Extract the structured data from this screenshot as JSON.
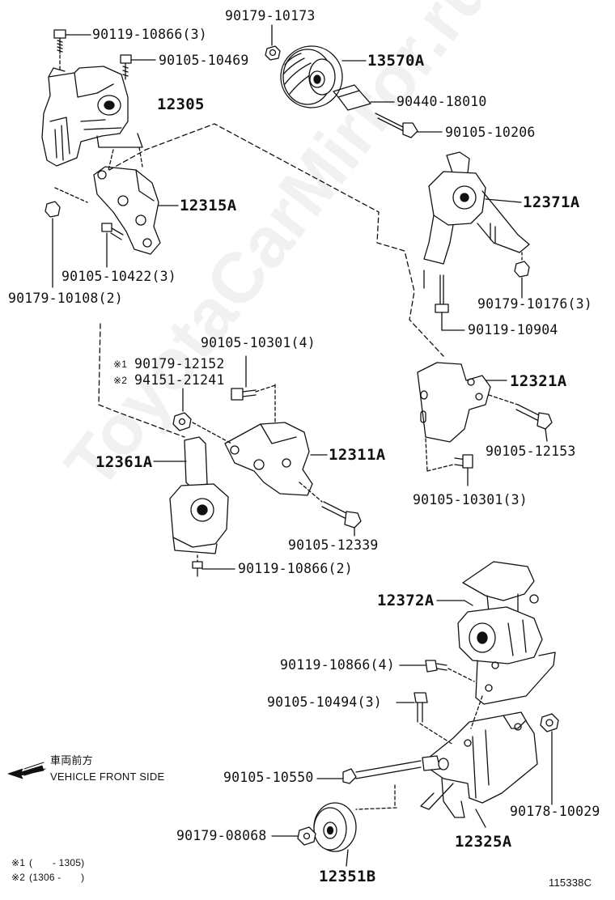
{
  "watermark": "ToyotaCarMirror.ru",
  "diagram_code": "115338C",
  "front_side": {
    "japanese": "車両前方",
    "english": "VEHICLE FRONT SIDE"
  },
  "footnotes": {
    "note1_mark": "※1",
    "note1_range": "(       - 1305)",
    "note2_mark": "※2",
    "note2_range": "(1306 -       )"
  },
  "parts": {
    "p_90119_10866_3": "90119-10866(3)",
    "p_90179_10173": "90179-10173",
    "p_90105_10469": "90105-10469",
    "p_13570A": "13570A",
    "p_12305": "12305",
    "p_90440_18010": "90440-18010",
    "p_90105_10206": "90105-10206",
    "p_12315A": "12315A",
    "p_12371A": "12371A",
    "p_90105_10422_3": "90105-10422(3)",
    "p_90179_10108_2": "90179-10108(2)",
    "p_90179_10176_3": "90179-10176(3)",
    "p_90119_10904": "90119-10904",
    "p_90105_10301_4": "90105-10301(4)",
    "p_note1_part": "90179-12152",
    "p_note2_part": "94151-21241",
    "p_12321A": "12321A",
    "p_12361A": "12361A",
    "p_12311A": "12311A",
    "p_90105_12153": "90105-12153",
    "p_90105_10301_3": "90105-10301(3)",
    "p_90105_12339": "90105-12339",
    "p_90119_10866_2": "90119-10866(2)",
    "p_12372A": "12372A",
    "p_90119_10866_4": "90119-10866(4)",
    "p_90105_10494_3": "90105-10494(3)",
    "p_90105_10550": "90105-10550",
    "p_90178_10029": "90178-10029",
    "p_90179_08068": "90179-08068",
    "p_12325A": "12325A",
    "p_12351B": "12351B"
  }
}
